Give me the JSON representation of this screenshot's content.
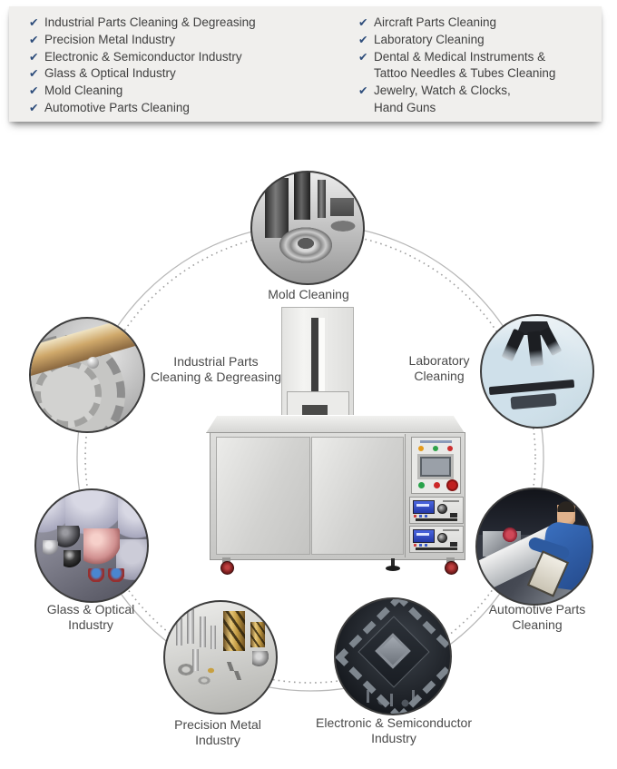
{
  "applications_panel": {
    "check_icon": "✔",
    "left_items": [
      "Industrial Parts Cleaning & Degreasing",
      "Precision Metal Industry",
      "Electronic & Semiconductor Industry",
      "Glass & Optical Industry",
      "Mold Cleaning",
      "Automotive Parts Cleaning"
    ],
    "right_items": [
      {
        "lines": [
          "Aircraft Parts Cleaning"
        ]
      },
      {
        "lines": [
          "Laboratory Cleaning"
        ]
      },
      {
        "lines": [
          "Dental & Medical Instruments &",
          "Tattoo Needles & Tubes Cleaning"
        ]
      },
      {
        "lines": [
          "Jewelry, Watch & Clocks,",
          "Hand Guns"
        ]
      }
    ]
  },
  "diagram": {
    "nodes": [
      {
        "id": "mold-cleaning",
        "lines": [
          "Mold Cleaning"
        ]
      },
      {
        "id": "industrial-parts",
        "lines": [
          "Industrial Parts",
          "Cleaning & Degreasing"
        ]
      },
      {
        "id": "laboratory",
        "lines": [
          "Laboratory",
          "Cleaning"
        ]
      },
      {
        "id": "glass-optical",
        "lines": [
          "Glass & Optical",
          "Industry"
        ]
      },
      {
        "id": "automotive-parts",
        "lines": [
          "Automotive Parts",
          "Cleaning"
        ]
      },
      {
        "id": "precision-metal",
        "lines": [
          "Precision Metal",
          "Industry"
        ]
      },
      {
        "id": "electronic-semiconductor",
        "lines": [
          "Electronic & Semiconductor",
          "Industry"
        ]
      }
    ]
  },
  "colors": {
    "panel_bg": "#f0efed",
    "check_blue": "#2e4d7b",
    "list_text": "#3f3f3f",
    "label_text": "#4a4a4a",
    "ring_solid": "#b8b8b8",
    "ring_dotted": "#9f9f9f"
  }
}
